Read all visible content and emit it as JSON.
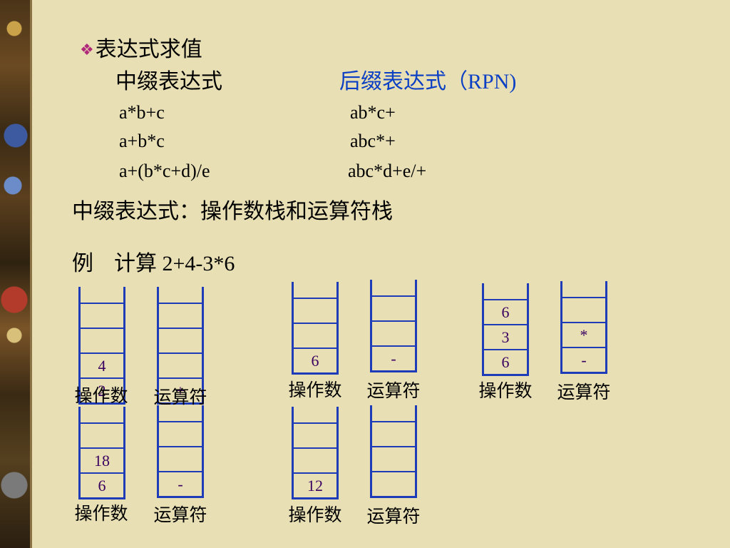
{
  "heading": "表达式求值",
  "infix_header": "中缀表达式",
  "postfix_header": "后缀表达式（RPN)",
  "rows": [
    {
      "infix": "a*b+c",
      "postfix": "ab*c+"
    },
    {
      "infix": "a+b*c",
      "postfix": "abc*+"
    },
    {
      "infix": "a+(b*c+d)/e",
      "postfix": "abc*d+e/+"
    }
  ],
  "method": "中缀表达式：操作数栈和运算符栈",
  "example_label": "例",
  "example_expr": "计算 2+4-3*6",
  "operand_label": "操作数",
  "operator_label": "运算符",
  "stacks": [
    {
      "operand": [
        "",
        "",
        "4",
        "2"
      ],
      "operator": [
        "",
        "",
        "",
        "+"
      ]
    },
    {
      "operand": [
        "",
        "",
        "",
        "6"
      ],
      "operator": [
        "",
        "",
        "",
        "-"
      ]
    },
    {
      "operand": [
        "",
        "6",
        "3",
        "6"
      ],
      "operator": [
        "",
        "",
        "*",
        "-"
      ]
    },
    {
      "operand": [
        "",
        "",
        "18",
        "6"
      ],
      "operator": [
        "",
        "",
        "",
        "-"
      ]
    },
    {
      "operand": [
        "",
        "",
        "",
        "12"
      ],
      "operator": [
        "",
        "",
        "",
        ""
      ]
    }
  ],
  "colors": {
    "background": "#e8dfb4",
    "accent_blue": "#0b3fc4",
    "stack_line": "#1e3cb8",
    "bullet": "#b0287a"
  }
}
